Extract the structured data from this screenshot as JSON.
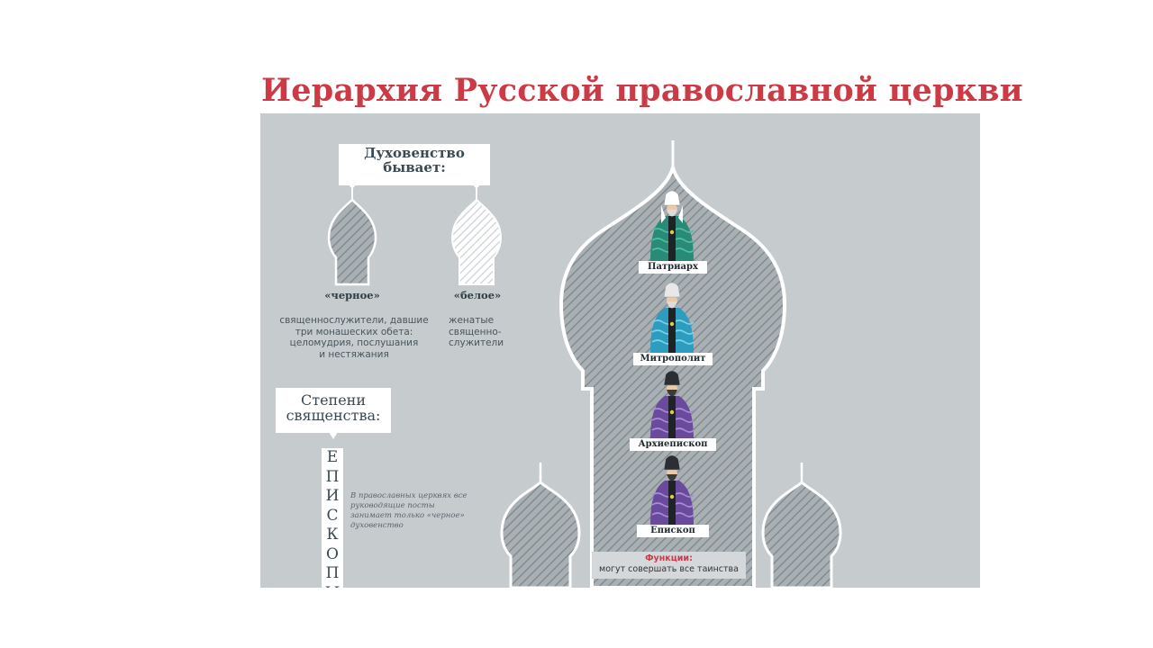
{
  "title": "Иерархия Русской православной церкви",
  "clergy": {
    "heading": "Духовенство бывает:",
    "black": {
      "label": "«черное»",
      "description": [
        "священнослужители, давшие",
        "три монашеских обета:",
        "целомудрия, послушания",
        "и нестяжания"
      ]
    },
    "white": {
      "label": "«белое»",
      "description": [
        "женатые",
        "священно-",
        "служители"
      ]
    }
  },
  "degrees": {
    "heading": "Степени священства:",
    "vertical_word": [
      "Е",
      "П",
      "И",
      "С",
      "К",
      "О",
      "П",
      "Ы"
    ],
    "note": "В православных церквях все руководящие посты занимает только «черное» духовенство"
  },
  "ranks": [
    {
      "name": "Патриарх",
      "robe_color": "#2a8a78",
      "stripe_color": "#4ec0a0"
    },
    {
      "name": "Митрополит",
      "robe_color": "#2e9cbf",
      "stripe_color": "#7ad2e8"
    },
    {
      "name": "Архиепископ",
      "robe_color": "#6a4a9c",
      "stripe_color": "#a88cd4"
    },
    {
      "name": "Епископ",
      "robe_color": "#6a4a9c",
      "stripe_color": "#a88cd4"
    }
  ],
  "functions": {
    "label": "Функции:",
    "text": "могут совершать все таинства"
  },
  "colors": {
    "title": "#cc3a45",
    "panel": "#c6cbce",
    "hatch": "#8e969b"
  }
}
